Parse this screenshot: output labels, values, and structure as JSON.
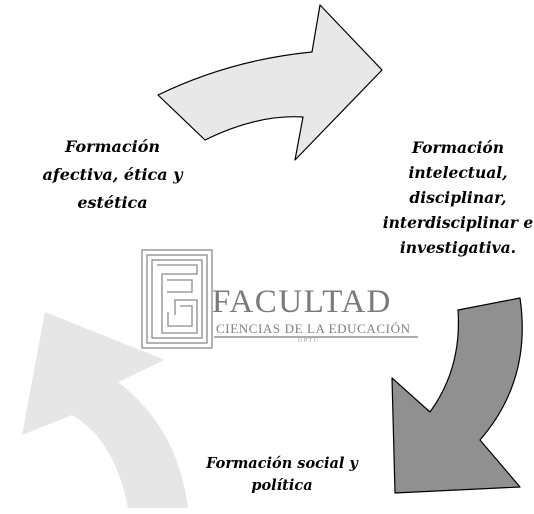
{
  "labels": {
    "top_left": "Formación\nafectiva, ética y\nestética",
    "right": "Formación\nintelectual,\ndisciplinar,\ninterdisciplinar e\ninvestigativa.",
    "bottom": "Formación social y\npolítica"
  },
  "logo": {
    "title": "FACULTAD",
    "subtitle": "CIENCIAS DE LA EDUCACIÓN",
    "initials": "UPTC"
  },
  "colors": {
    "arrow_top_fill": "#e8e8e8",
    "arrow_top_stroke": "#000000",
    "arrow_right_fill": "#909090",
    "arrow_right_stroke": "#000000",
    "arrow_left_fill": "#e6e6e6",
    "logo": "#8a8a8a"
  }
}
